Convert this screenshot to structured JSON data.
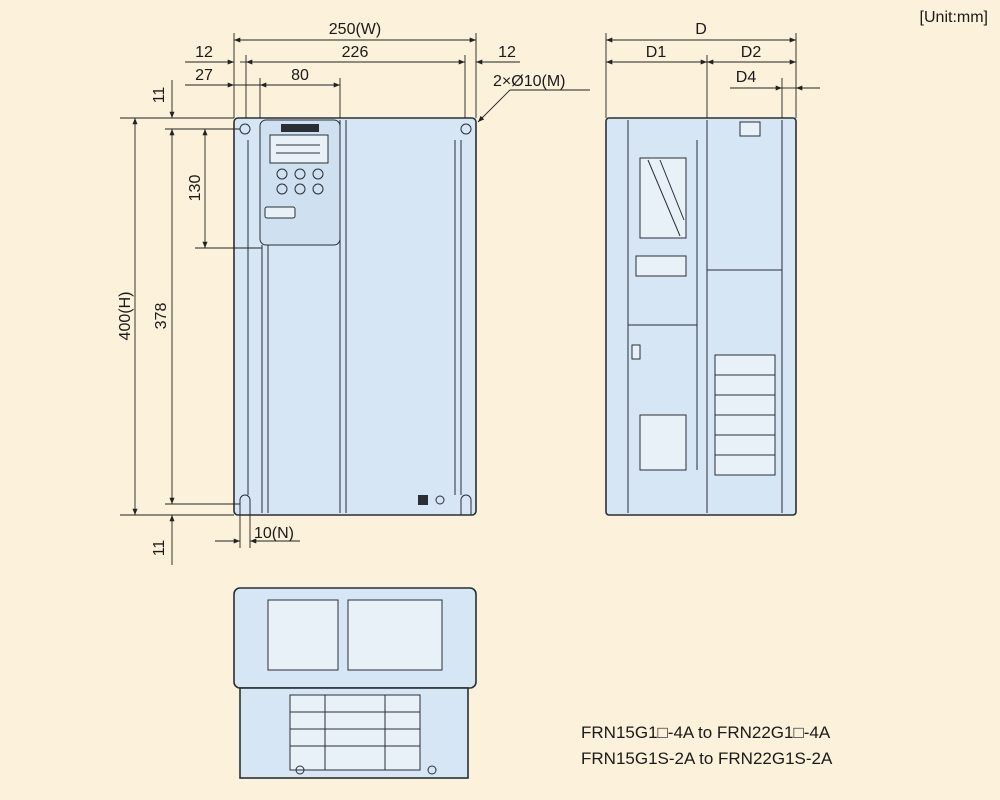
{
  "unit_label": "[Unit:mm]",
  "dimensions": {
    "width": "250(W)",
    "inner_span": "226",
    "left_margin": "12",
    "right_margin": "12",
    "left_offset": "27",
    "keypad_width": "80",
    "mount_holes": "2×Ø10(M)",
    "top_margin": "11",
    "bottom_margin": "11",
    "keypad_height": "130",
    "height": "400(H)",
    "mount_span": "378",
    "slot_width": "10(N)",
    "depth": "D",
    "depth_front": "D1",
    "depth_rear": "D2",
    "depth_fin": "D4"
  },
  "caption": {
    "line1": "FRN15G1□-4A to FRN22G1□-4A",
    "line2": "FRN15G1S-2A to FRN22G1S-2A"
  },
  "colors": {
    "background": "#fcf1da",
    "drawing_fill": "#d6e6f5",
    "outline": "#2a2f36"
  }
}
